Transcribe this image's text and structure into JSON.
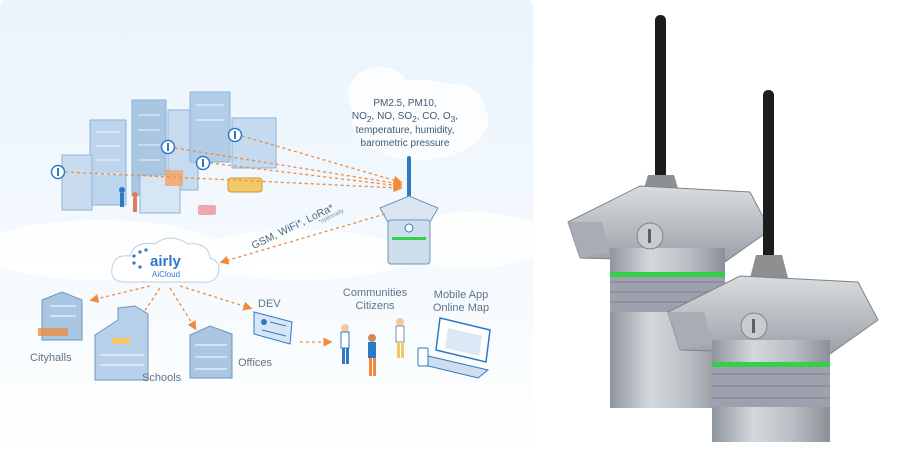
{
  "diagram": {
    "pollutants": {
      "line1": "PM2.5, PM10,",
      "line2_parts": [
        "NO",
        "2",
        ", NO, SO",
        "2",
        ", CO, O",
        "3",
        ","
      ],
      "line3": "temperature, humidity,",
      "line4": "barometric pressure"
    },
    "connectivity": {
      "text": "GSM, WiFi*, LoRa*",
      "note": "*optionally"
    },
    "cloud": {
      "brand": "airly",
      "service": "AiCloud"
    },
    "nodes": {
      "cityhalls": "Cityhalls",
      "schools": "Schools",
      "offices": "Offices",
      "dev": "DEV",
      "communities_line1": "Communities",
      "communities_line2": "Citizens",
      "mobile_line1": "Mobile App",
      "mobile_line2": "Online Map"
    },
    "colors": {
      "arrow": "#f08a3c",
      "accent": "#2e78c8",
      "building": "#a9c6e3",
      "cloud": "#ffffff"
    }
  },
  "photo": {
    "subject": "two Airly air quality sensor devices with antennas",
    "colors": {
      "casing": "#b8bec4",
      "status_led": "#35d04a",
      "antenna": "#1c1c1c"
    }
  }
}
